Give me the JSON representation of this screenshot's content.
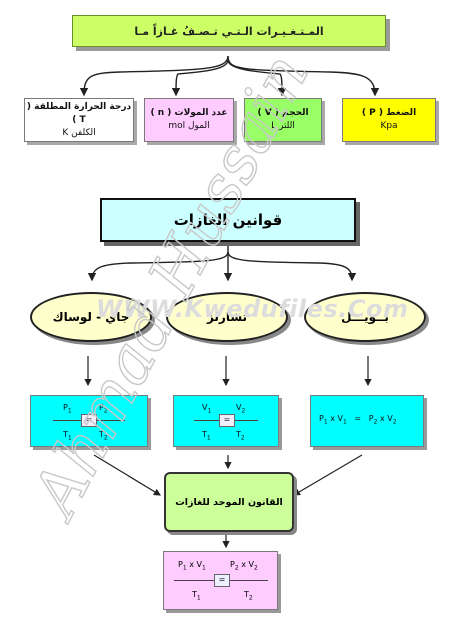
{
  "title": "المـتـغـيـرات الـتـي تـصـفُ غـازاً مـا",
  "variables": [
    {
      "name": "الضغط ( P )",
      "unit": "Kpa",
      "color": "#ffff00"
    },
    {
      "name": "الحجم ( V )",
      "unit": "اللتر L",
      "color": "#99ff66"
    },
    {
      "name": "عدد المولات ( n )",
      "unit": "المول mol",
      "color": "#ffccff"
    },
    {
      "name": "درجة الحرارة المطلقة ( T )",
      "unit": "الكلفن K",
      "color": "#ffffff"
    }
  ],
  "laws_title": "قوانين الغازات",
  "laws": [
    {
      "name": "بــويـــل"
    },
    {
      "name": "تشارلز"
    },
    {
      "name": "جاي - لوساك"
    }
  ],
  "formulas": {
    "boyle": {
      "left": "P",
      "left_sub": "1",
      "mult": "x V",
      "mult_sub": "1",
      "eq": "=",
      "right": "P",
      "right_sub": "2",
      "right_mult": "x V",
      "right_mult_sub": "2"
    },
    "charles": {
      "num_l": "V",
      "num_l_sub": "1",
      "den_l": "T",
      "den_l_sub": "1",
      "eq": "=",
      "num_r": "V",
      "num_r_sub": "2",
      "den_r": "T",
      "den_r_sub": "2"
    },
    "gay_lussac": {
      "num_l": "P",
      "num_l_sub": "1",
      "den_l": "T",
      "den_l_sub": "1",
      "eq": "=",
      "num_r": "P",
      "num_r_sub": "2",
      "den_r": "T",
      "den_r_sub": "2"
    }
  },
  "combined_title": "القانون الموحد للغازات",
  "combined": {
    "num_l": "P",
    "num_l_sub": "1",
    "num_l_mult": "x V",
    "num_l_mult_sub": "1",
    "den_l": "T",
    "den_l_sub": "1",
    "eq": "=",
    "num_r": "P",
    "num_r_sub": "2",
    "num_r_mult": "x V",
    "num_r_mult_sub": "2",
    "den_r": "T",
    "den_r_sub": "2"
  },
  "watermark_url": "WWW.Kwedufiles.Com",
  "watermark_name": "Ahmad Hussain"
}
